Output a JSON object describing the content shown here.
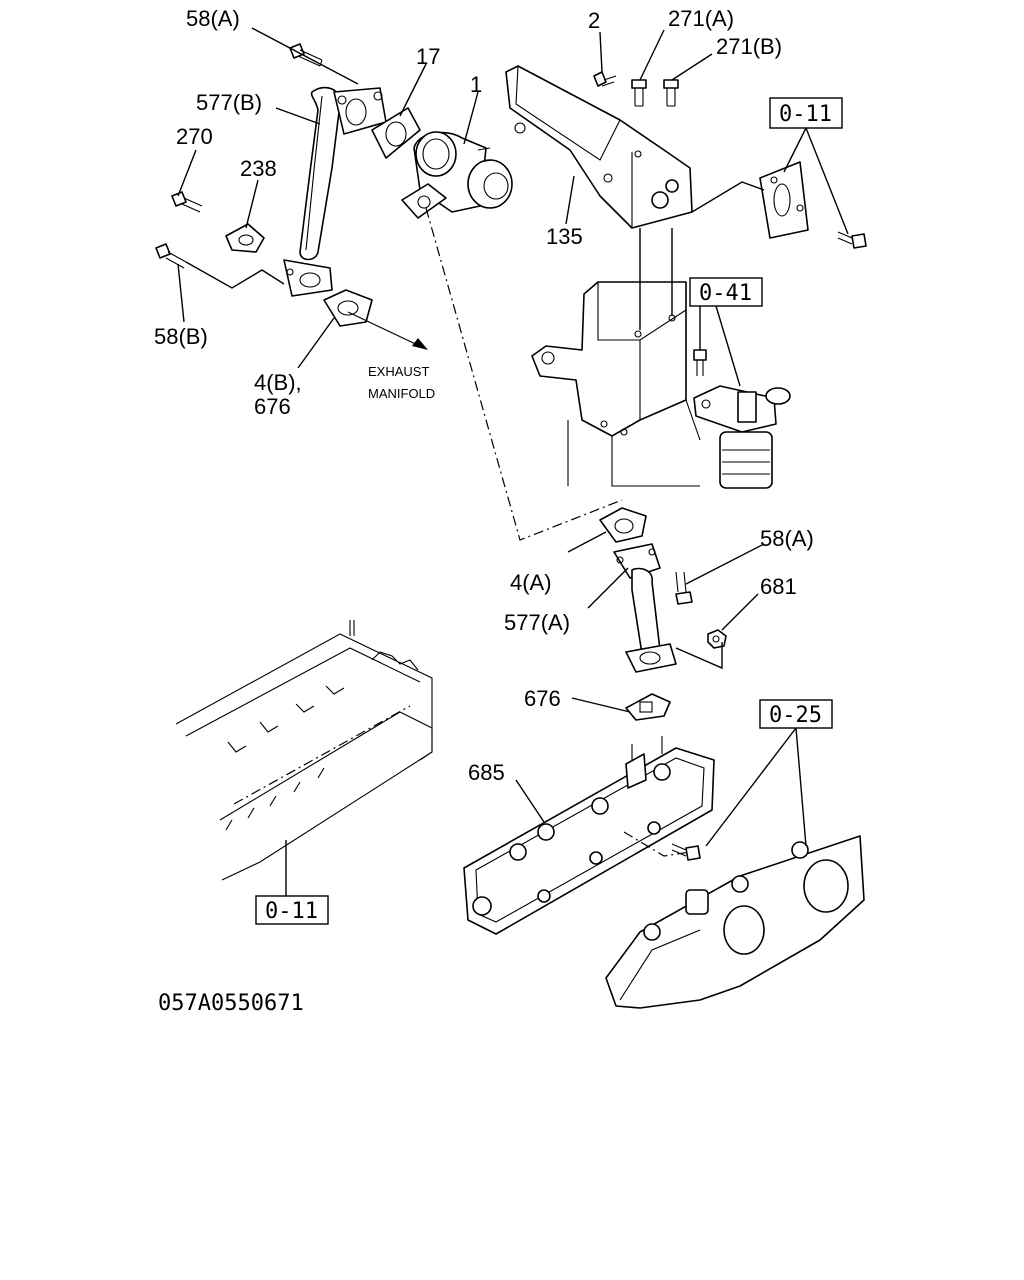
{
  "diagram_code": "057A0550671",
  "callouts": {
    "c58a_top": "58(A)",
    "c577b": "577(B)",
    "c17": "17",
    "c1": "1",
    "c270": "270",
    "c238": "238",
    "c58b": "58(B)",
    "c4b": "4(B),",
    "c676_top": "676",
    "c2": "2",
    "c271a": "271(A)",
    "c271b": "271(B)",
    "c135": "135",
    "c4a": "4(A)",
    "c577a": "577(A)",
    "c58a_mid": "58(A)",
    "c681": "681",
    "c676_mid": "676",
    "c685": "685"
  },
  "note": {
    "line1": "EXHAUST",
    "line2": "MANIFOLD"
  },
  "refs": {
    "r011_top": "0-11",
    "r041": "0-41",
    "r025": "0-25",
    "r011_bottom": "0-11"
  }
}
